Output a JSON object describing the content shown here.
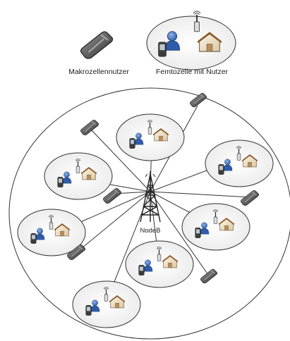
{
  "legend": {
    "macro_user_label": "Makrozellennutzer",
    "femto_label": "Femtozelle mit Nutzer"
  },
  "center_label": "NodeB",
  "colors": {
    "line": "#333333",
    "cell_fill": "#ffffff",
    "house_wall": "#f2e6cf",
    "house_roof": "#b07a4a",
    "person_head": "#4f7fc7",
    "person_body": "#2b4f8a",
    "phone_body": "#4a4a4a",
    "tower": "#222222"
  },
  "icons": {
    "macro_phone": "mobile-phone-icon",
    "femto_ap": "femto-access-point-icon",
    "house": "house-icon",
    "person": "user-icon",
    "tower": "cell-tower-icon"
  }
}
